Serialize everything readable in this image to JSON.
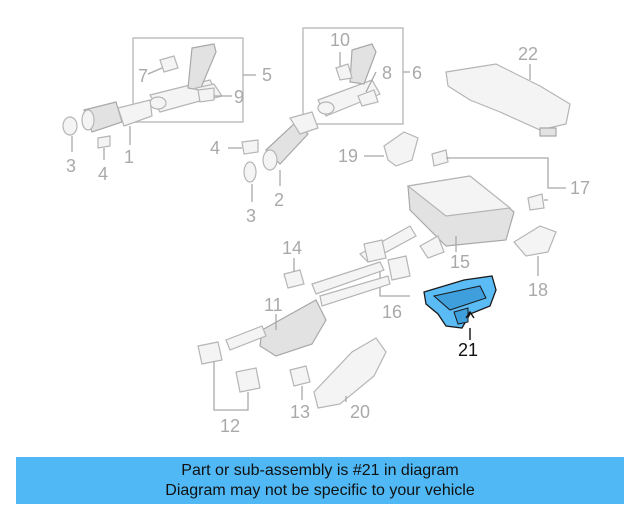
{
  "diagram": {
    "callouts": {
      "c1": "1",
      "c2": "2",
      "c3a": "3",
      "c3b": "3",
      "c4a": "4",
      "c4b": "4",
      "c5": "5",
      "c6": "6",
      "c7": "7",
      "c8": "8",
      "c9": "9",
      "c10": "10",
      "c11": "11",
      "c12": "12",
      "c13": "13",
      "c14": "14",
      "c15": "15",
      "c16": "16",
      "c17": "17",
      "c18": "18",
      "c19": "19",
      "c20": "20",
      "c21": "21",
      "c22": "22"
    },
    "highlighted_part": "21",
    "highlight_color": "#5bbbf5"
  },
  "banner": {
    "line1": "Part or sub-assembly is #21 in diagram",
    "line2": "Diagram may not be specific to your vehicle",
    "color": "#4fb8f5"
  }
}
